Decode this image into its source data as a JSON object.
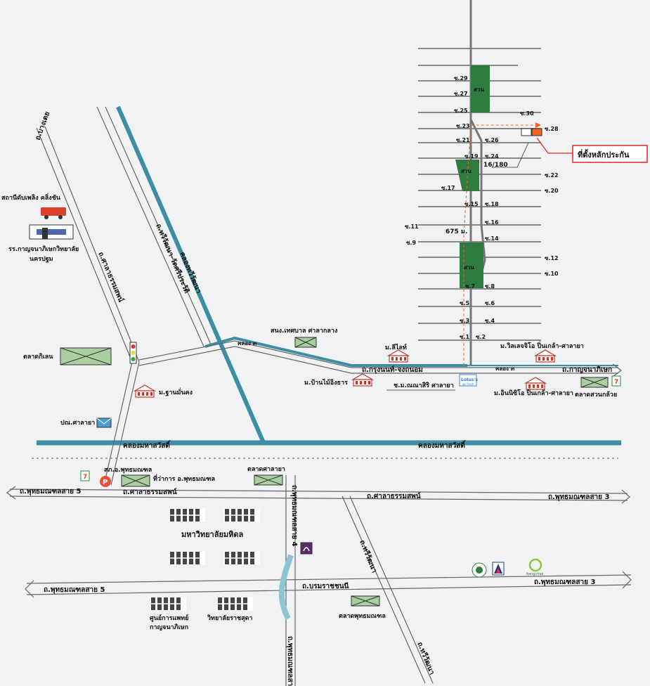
{
  "colors": {
    "canal": "#3d8da3",
    "park": "#2f7a3f",
    "road_edge": "#666666",
    "highlight": "#ee6622",
    "callout_border": "#ee2222",
    "railway": "#888888"
  },
  "soi_labels": {
    "s29": "ซ.29",
    "s27": "ซ.27",
    "s25": "ซ.25",
    "s30": "ซ.30",
    "s23": "ซ.23",
    "s28": "ซ.28",
    "s21": "ซ.21",
    "s26": "ซ.26",
    "s19": "ซ.19",
    "s24": "ซ.24",
    "s22": "ซ.22",
    "s17": "ซ.17",
    "s20": "ซ.20",
    "s15": "ซ.15",
    "s18": "ซ.18",
    "s16": "ซ.16",
    "s11": "ซ.11",
    "s14": "ซ.14",
    "s9": "ซ.9",
    "s12": "ซ.12",
    "s10": "ซ.10",
    "s7": "ซ.7",
    "s8": "ซ.8",
    "s5": "ซ.5",
    "s6": "ซ.6",
    "s3": "ซ.3",
    "s4": "ซ.4",
    "s1": "ซ.1",
    "s2": "ซ.2"
  },
  "labels": {
    "park": "สวน",
    "house_number": "16/180",
    "distance": "675 ม.",
    "location_callout": "ที่ตั้งหลักประกัน",
    "fire_station": "สถานีดับเพลิง คลิ่งชัน",
    "school_line1": "รร.กาญจนาภิเษกวิทยาลัย",
    "school_line2": "นครปฐม",
    "market_talingchan": "ตลาดกิเลน",
    "baan_mankong": "ม.ฐานมั่นคง",
    "post_office": "ปณ.ศาลายา",
    "municipality": "สนง.เทศบาล ศาลากลาง",
    "m_lite": "ม.ลีไลท์",
    "villa_lenjo": "ม.วิลเลจจิโอ ปิ่นเกล้า-ศาลายา",
    "baan_mai": "ม.ป้านไม้อิงธาร",
    "nanthanaree": "ช.ม.ณณาสิริ ศาลายา",
    "lotus": "Lotus's",
    "lotus_sub": "go fresh",
    "inizio": "ม.อินนิซิโอ ปิ่นเกล้า-ศาลายา",
    "market_suan_kluai": "ตลาดสวนกล้วย",
    "canal_mahasawat": "คลองมหาสวัสดิ์",
    "canal_mahasawat_2": "คลองมหาสวัสดิ์",
    "canal_thawi": "คลองทวีวัฒนา",
    "police": "สภ.อ.พุทธมณฑล",
    "district_office": "ที่ว่าการ อ.พุทธมณฑล",
    "market_salaya": "ตลาดศาลายา",
    "mahidol": "มหาวิทยาลัยมหิดล",
    "hospital_line1": "ศูนย์การแพทย์",
    "hospital_line2": "กาญจนาภิเษก",
    "ratchasuda": "วิทยาลัยราชสุดา",
    "market_phutthamonthon": "ตลาดพุทธมณฑล",
    "bangchak": "bangchak",
    "seven_a": "7",
    "seven_b": "7",
    "police_p": "P"
  },
  "roads": {
    "r_left_vertical": "ถ.ศาลาธรรมสพน์",
    "r_top_left": "ถ.บางเตย",
    "r_diagonal": "ถ.ทวีวัฒนา-วัดศรีประวัติ",
    "r_klong_upper": "คลอง ๓",
    "r_krung_nonthaburi": "ถ.กรุงนนท์-จงถนอม",
    "r_klong_right": "คลอง ๓",
    "r_kanchanapisek": "ถ.กาญจนาภิเษก",
    "r_phutthamonthon_5_top": "ถ.พุทธมณฑลสาย 5",
    "r_salatham_top": "ถ.ศาลาธรรมสพน์",
    "r_salatham_mid": "ถ.ศาลาธรรมสพน์",
    "r_phutthamonthon_3_top": "ถ.พุทธมณฑลสาย 3",
    "r_phutthamonthon_4": "ถ.พุทธมณฑลสาย 4",
    "r_thawiwatthana": "ถ.ทวีวัฒนา",
    "r_phutthamonthon_5_bottom": "ถ.พุทธมณฑลสาย 5",
    "r_borommaratchachonnani": "ถ.บรมราชชนนี",
    "r_phutthamonthon_3_bottom": "ถ.พุทธมณฑลสาย 3",
    "r_phutthamonthon_4_bottom": "ถ.พุทธมณฑลสาย 4",
    "r_thawiwatthana_bottom": "ถ.ทวีวัฒนา"
  }
}
